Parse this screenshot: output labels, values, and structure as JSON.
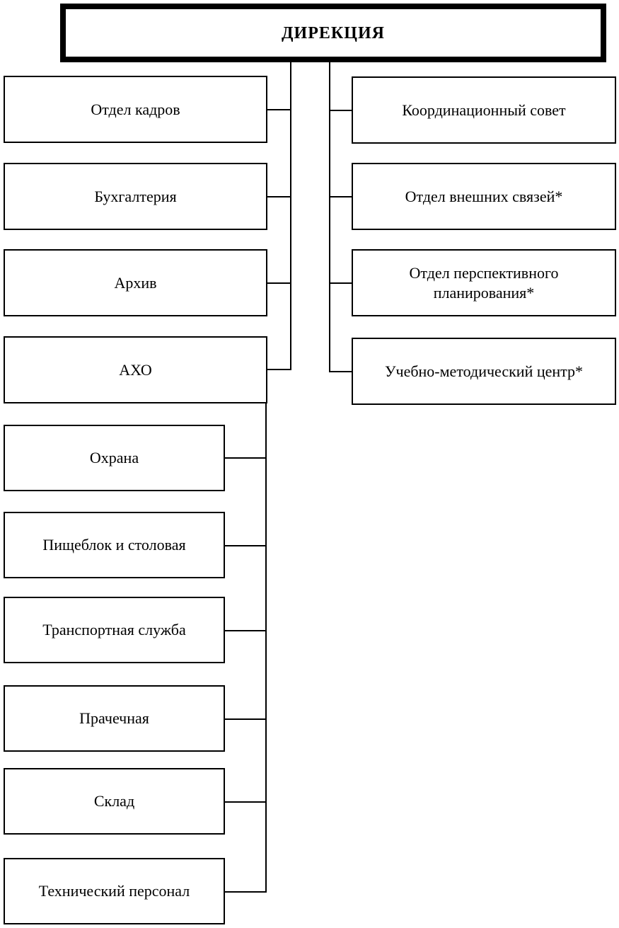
{
  "chart": {
    "type": "org-chart",
    "director": {
      "label": "ДИРЕКЦИЯ"
    },
    "left_upper": [
      {
        "label": "Отдел кадров"
      },
      {
        "label": "Бухгалтерия"
      },
      {
        "label": "Архив"
      },
      {
        "label": "АХО"
      }
    ],
    "left_lower": [
      {
        "label": "Охрана"
      },
      {
        "label": "Пищеблок и столовая"
      },
      {
        "label": "Транспортная служба"
      },
      {
        "label": "Прачечная"
      },
      {
        "label": "Склад"
      },
      {
        "label": "Технический персонал"
      }
    ],
    "right": [
      {
        "label": "Координационный совет"
      },
      {
        "label": "Отдел внешних связей*"
      },
      {
        "label": "Отдел перспективного планирования*"
      },
      {
        "label": "Учебно-методический центр*"
      }
    ],
    "colors": {
      "line": "#000000",
      "background": "#ffffff",
      "text": "#000000"
    }
  }
}
